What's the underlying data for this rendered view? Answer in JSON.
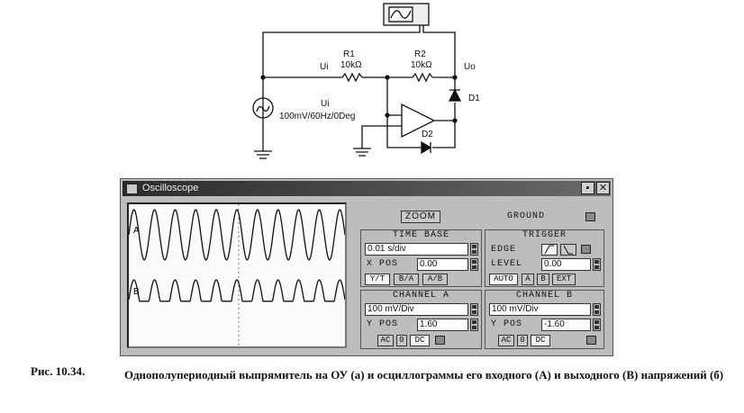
{
  "circuit": {
    "r1_name": "R1",
    "r1_value": "10kΩ",
    "r2_name": "R2",
    "r2_value": "10kΩ",
    "d1_name": "D1",
    "d2_name": "D2",
    "node_in": "Ui",
    "node_out": "Uo",
    "source_name": "Ui",
    "source_params": "100mV/60Hz/0Deg"
  },
  "oscilloscope": {
    "title": "Oscilloscope",
    "zoom_label": "ZOOM",
    "ground_label": "GROUND",
    "time_base": {
      "title": "TIME BASE",
      "value": "0.01 s/div",
      "xpos_label": "X POS",
      "xpos_value": "0.00",
      "modes": [
        "Y/T",
        "B/A",
        "A/B"
      ]
    },
    "trigger": {
      "title": "TRIGGER",
      "edge_label": "EDGE",
      "level_label": "LEVEL",
      "level_value": "0.00",
      "modes": [
        "AUTO",
        "A",
        "B",
        "EXT"
      ]
    },
    "channel_a": {
      "title": "CHANNEL A",
      "value": "100 mV/Div",
      "ypos_label": "Y POS",
      "ypos_value": "1.60",
      "coupling": [
        "AC",
        "0",
        "DC"
      ],
      "trace_label": "A"
    },
    "channel_b": {
      "title": "CHANNEL B",
      "value": "100 mV/Div",
      "ypos_label": "Y POS",
      "ypos_value": "-1.60",
      "coupling": [
        "AC",
        "0",
        "DC"
      ],
      "trace_label": "B"
    }
  },
  "caption": {
    "label": "Рис. 10.34.",
    "text": "Однополупериодный выпрямитель на ОУ (а) и осциллограммы его входного (А) и выходного (В) напряжений (б)"
  }
}
